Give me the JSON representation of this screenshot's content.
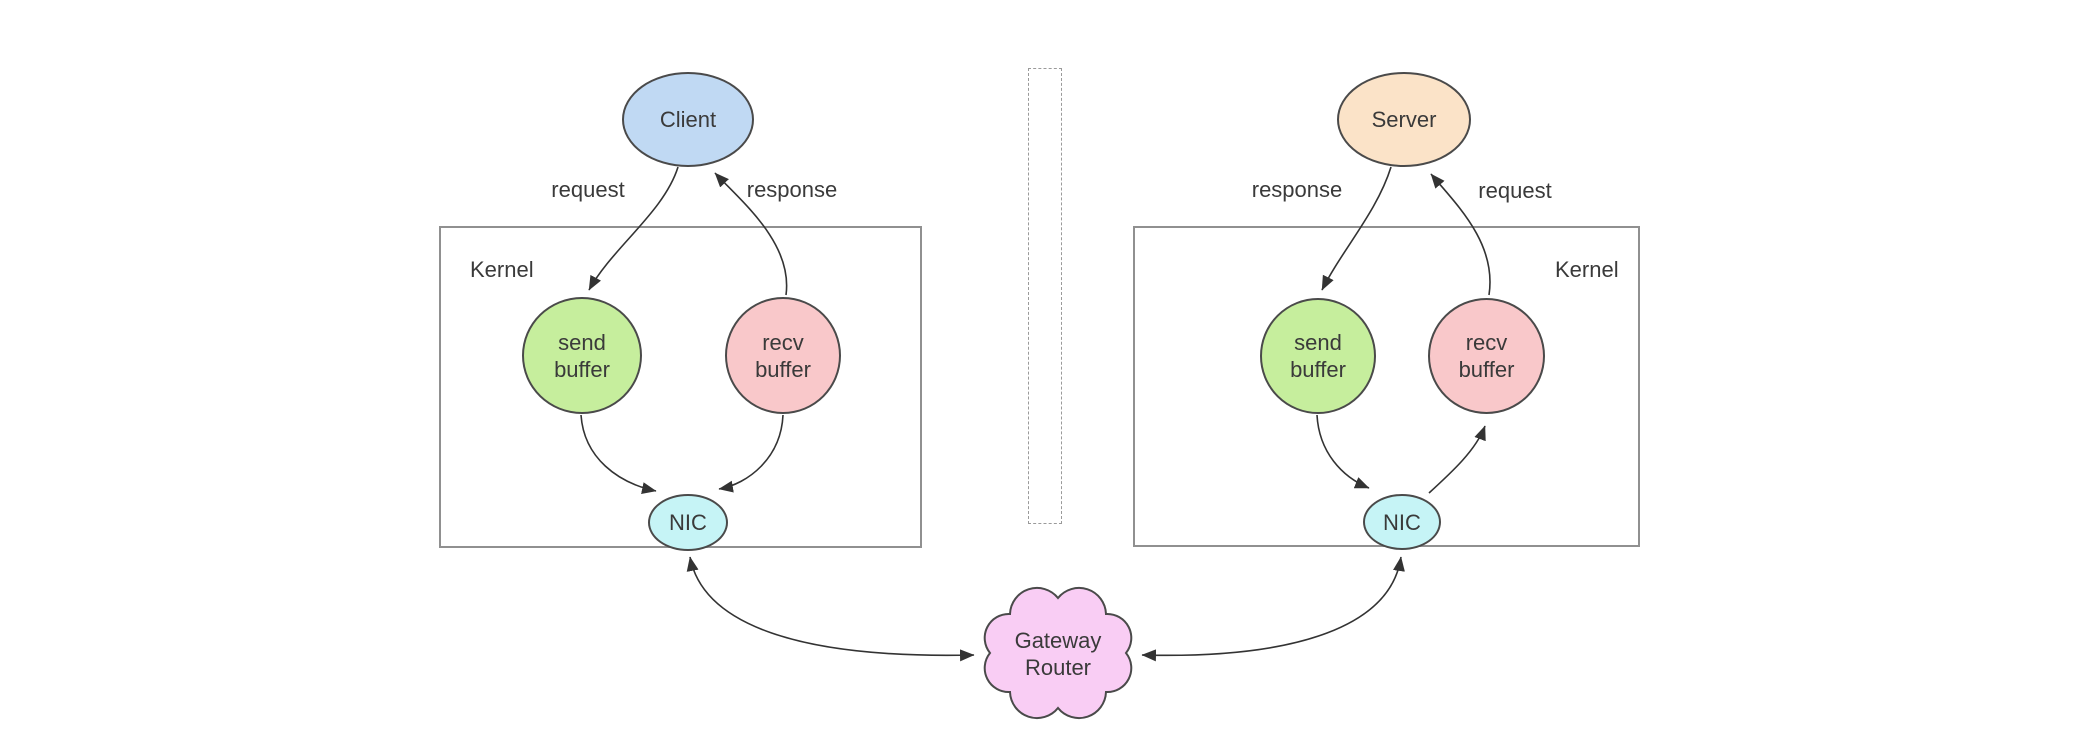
{
  "nodes": {
    "client": "Client",
    "server": "Server",
    "send_buffer": "send\nbuffer",
    "recv_buffer": "recv\nbuffer",
    "nic": "NIC",
    "gateway_router": "Gateway\nRouter"
  },
  "labels": {
    "kernel": "Kernel",
    "request": "request",
    "response": "response"
  },
  "colors": {
    "client_fill": "#c0d9f3",
    "server_fill": "#fbe3c8",
    "send_buffer_fill": "#c6ee9d",
    "recv_buffer_fill": "#f9c8ca",
    "nic_fill": "#c6f4f6",
    "gateway_fill": "#f9cdf4",
    "node_stroke": "#4a4a4a",
    "arrow_color": "#333333",
    "box_border": "#909090",
    "text_color": "#3a3a3a"
  }
}
